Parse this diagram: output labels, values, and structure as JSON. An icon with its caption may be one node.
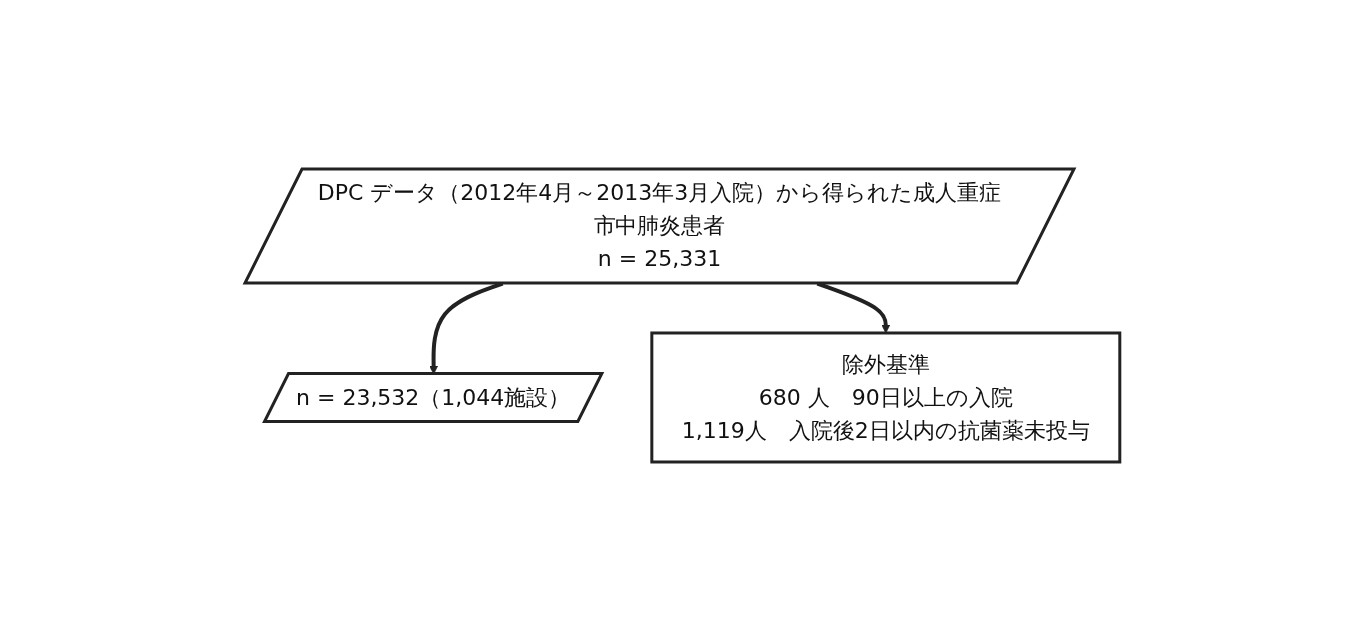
{
  "diagram": {
    "nodes": [
      {
        "text": [
          "DPC データ（2012年4月～2013年3月入院）から得られた成人重症市中肺炎患者",
          "n = 25,331"
        ]
      },
      {
        "text": [
          "除外基準",
          "680 人　90日以上の入院",
          "1,119人　入院後2日以内の抗菌薬未投与"
        ]
      },
      {
        "text": [
          "n = 23,532（1,044施設）"
        ]
      }
    ],
    "edges": [
      {
        "from": 0,
        "to": 2,
        "arrow": "to"
      },
      {
        "from": 0,
        "to": 1,
        "arrow": "to"
      }
    ]
  }
}
